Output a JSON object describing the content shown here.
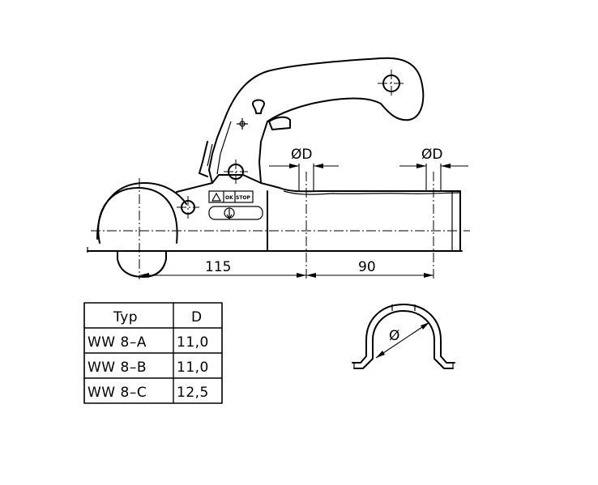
{
  "dimensions": {
    "ball_to_hole": "115",
    "hole_to_hole": "90",
    "hole_diameter_1": "ØD",
    "hole_diameter_2": "ØD",
    "section_diameter": "Ø"
  },
  "label": {
    "ok": "OK",
    "stop": "STOP"
  },
  "table": {
    "headers": [
      "Typ",
      "D"
    ],
    "rows": [
      [
        "WW  8–A",
        "11,0"
      ],
      [
        "WW  8–B",
        "11,0"
      ],
      [
        "WW  8–C",
        "12,5"
      ]
    ]
  }
}
